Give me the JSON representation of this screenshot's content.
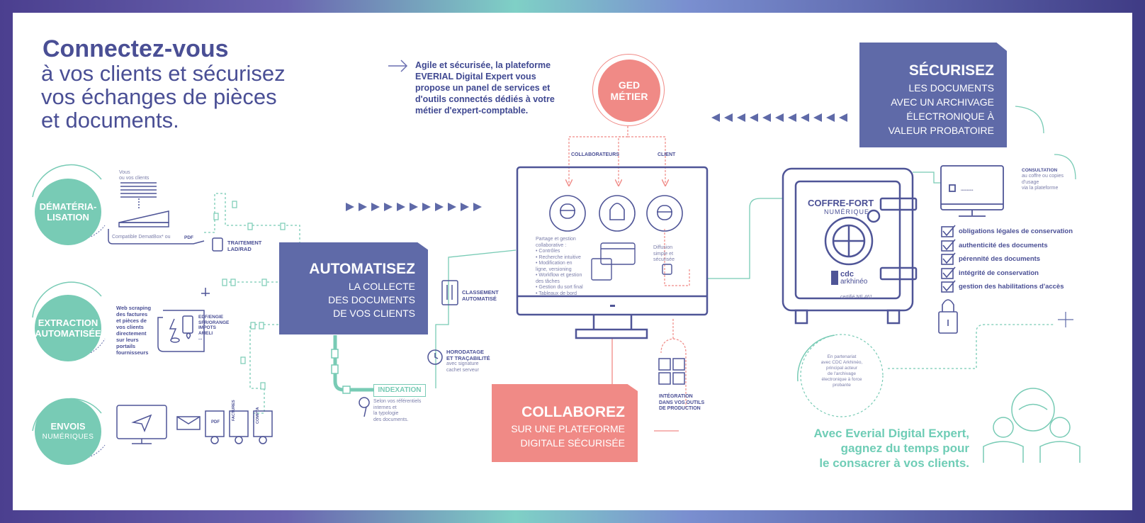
{
  "hero": {
    "bold": "Connectez-vous",
    "lines": [
      "à vos clients et sécurisez",
      "vos échanges de pièces",
      "et documents."
    ]
  },
  "intro": "Agile et sécurisée, la plateforme EVERIAL Digital Expert vous propose un panel de services et d'outils connectés dédiés à votre métier d'expert-comptable.",
  "ged": {
    "line1": "GED",
    "line2": "MÉTIER",
    "collaborateurs": "COLLABORATEURS",
    "client": "CLIENT"
  },
  "securisez": {
    "title": "SÉCURISEZ",
    "lines": [
      "LES DOCUMENTS",
      "AVEC UN ARCHIVAGE",
      "ÉLECTRONIQUE À",
      "VALEUR PROBATOIRE"
    ]
  },
  "automatisez": {
    "title": "AUTOMATISEZ",
    "lines": [
      "LA COLLECTE",
      "DES DOCUMENTS",
      "DE VOS CLIENTS"
    ]
  },
  "collaborez": {
    "title": "COLLABOREZ",
    "lines": [
      "SUR UNE PLATEFORME",
      "DIGITALE SÉCURISÉE"
    ]
  },
  "circles": {
    "dematerialisation": [
      "DÉMATÉRIA-",
      "LISATION"
    ],
    "extraction": [
      "EXTRACTION",
      "AUTOMATISÉE"
    ],
    "envois_title": "ENVOIS",
    "envois_sub": "NUMÉRIQUES"
  },
  "demat": {
    "vous": "Vous",
    "ou_clients": "ou vos clients",
    "compatible": "Compatible DematBox* ou",
    "pdf": "PDF",
    "traitement": [
      "TRAITEMENT",
      "LAD/RAD"
    ]
  },
  "extraction": {
    "desc": [
      "Web scraping",
      "des factures",
      "et pièces de",
      "vos clients",
      "directement",
      "sur leurs",
      "portails",
      "fournisseurs"
    ],
    "sources": [
      "EDF/ENGIE",
      "SFR/ORANGE",
      "IMPOTS",
      "AMELI",
      "..."
    ]
  },
  "envois": {
    "docs": [
      "PDF",
      "FACTURES",
      "COMPTA"
    ]
  },
  "indexation": {
    "title": "INDEXATION",
    "desc": [
      "Selon vos référentiels",
      "internes et",
      "la typologie",
      "des documents."
    ]
  },
  "classement": [
    "CLASSEMENT",
    "AUTOMATISÉ"
  ],
  "horodatage": {
    "title": [
      "HORODATAGE",
      "ET TRAÇABILITÉ"
    ],
    "desc": [
      "avec signature",
      "cachet serveur"
    ]
  },
  "partage": [
    "Partage et gestion",
    "collaborative :",
    "• Contrôles",
    "• Recherche intuitive",
    "• Modification en",
    "  ligne, versioning",
    "• Workflow et gestion",
    "  des tâches",
    "• Gestion du sort final",
    "• Tableaux de bord"
  ],
  "diffusion": [
    "Diffusion",
    "simple et",
    "sécurisée"
  ],
  "integration": [
    "INTÉGRATION",
    "DANS VOS OUTILS",
    "DE PRODUCTION"
  ],
  "coffre": {
    "title": "COFFRE-FORT",
    "sub": "NUMÉRIQUE",
    "brand1": "cdc",
    "brand2": "arkhinéo",
    "cert": "certifié NF 461"
  },
  "consultation": {
    "title": "CONSULTATION",
    "desc": [
      "au coffre ou copies",
      "d'usage",
      "via la plateforme"
    ],
    "field": "••••••••••"
  },
  "checklist": [
    "obligations légales de conservation",
    "authenticité des documents",
    "pérennité des documents",
    "intégrité de conservation",
    "gestion des habilitations d'accès"
  ],
  "partenariat": [
    "En partenariat",
    "avec CDC Arkhinéo,",
    "principal acteur",
    "de l'archivage",
    "électronique à force",
    "probante"
  ],
  "closing": [
    "Avec Everial Digital Expert,",
    "gagnez du temps pour",
    "le consacrer à vos clients."
  ],
  "colors": {
    "navy": "#5f6aa8",
    "teal": "#78cbb5",
    "coral": "#f08a86",
    "title": "#4a4f95"
  }
}
